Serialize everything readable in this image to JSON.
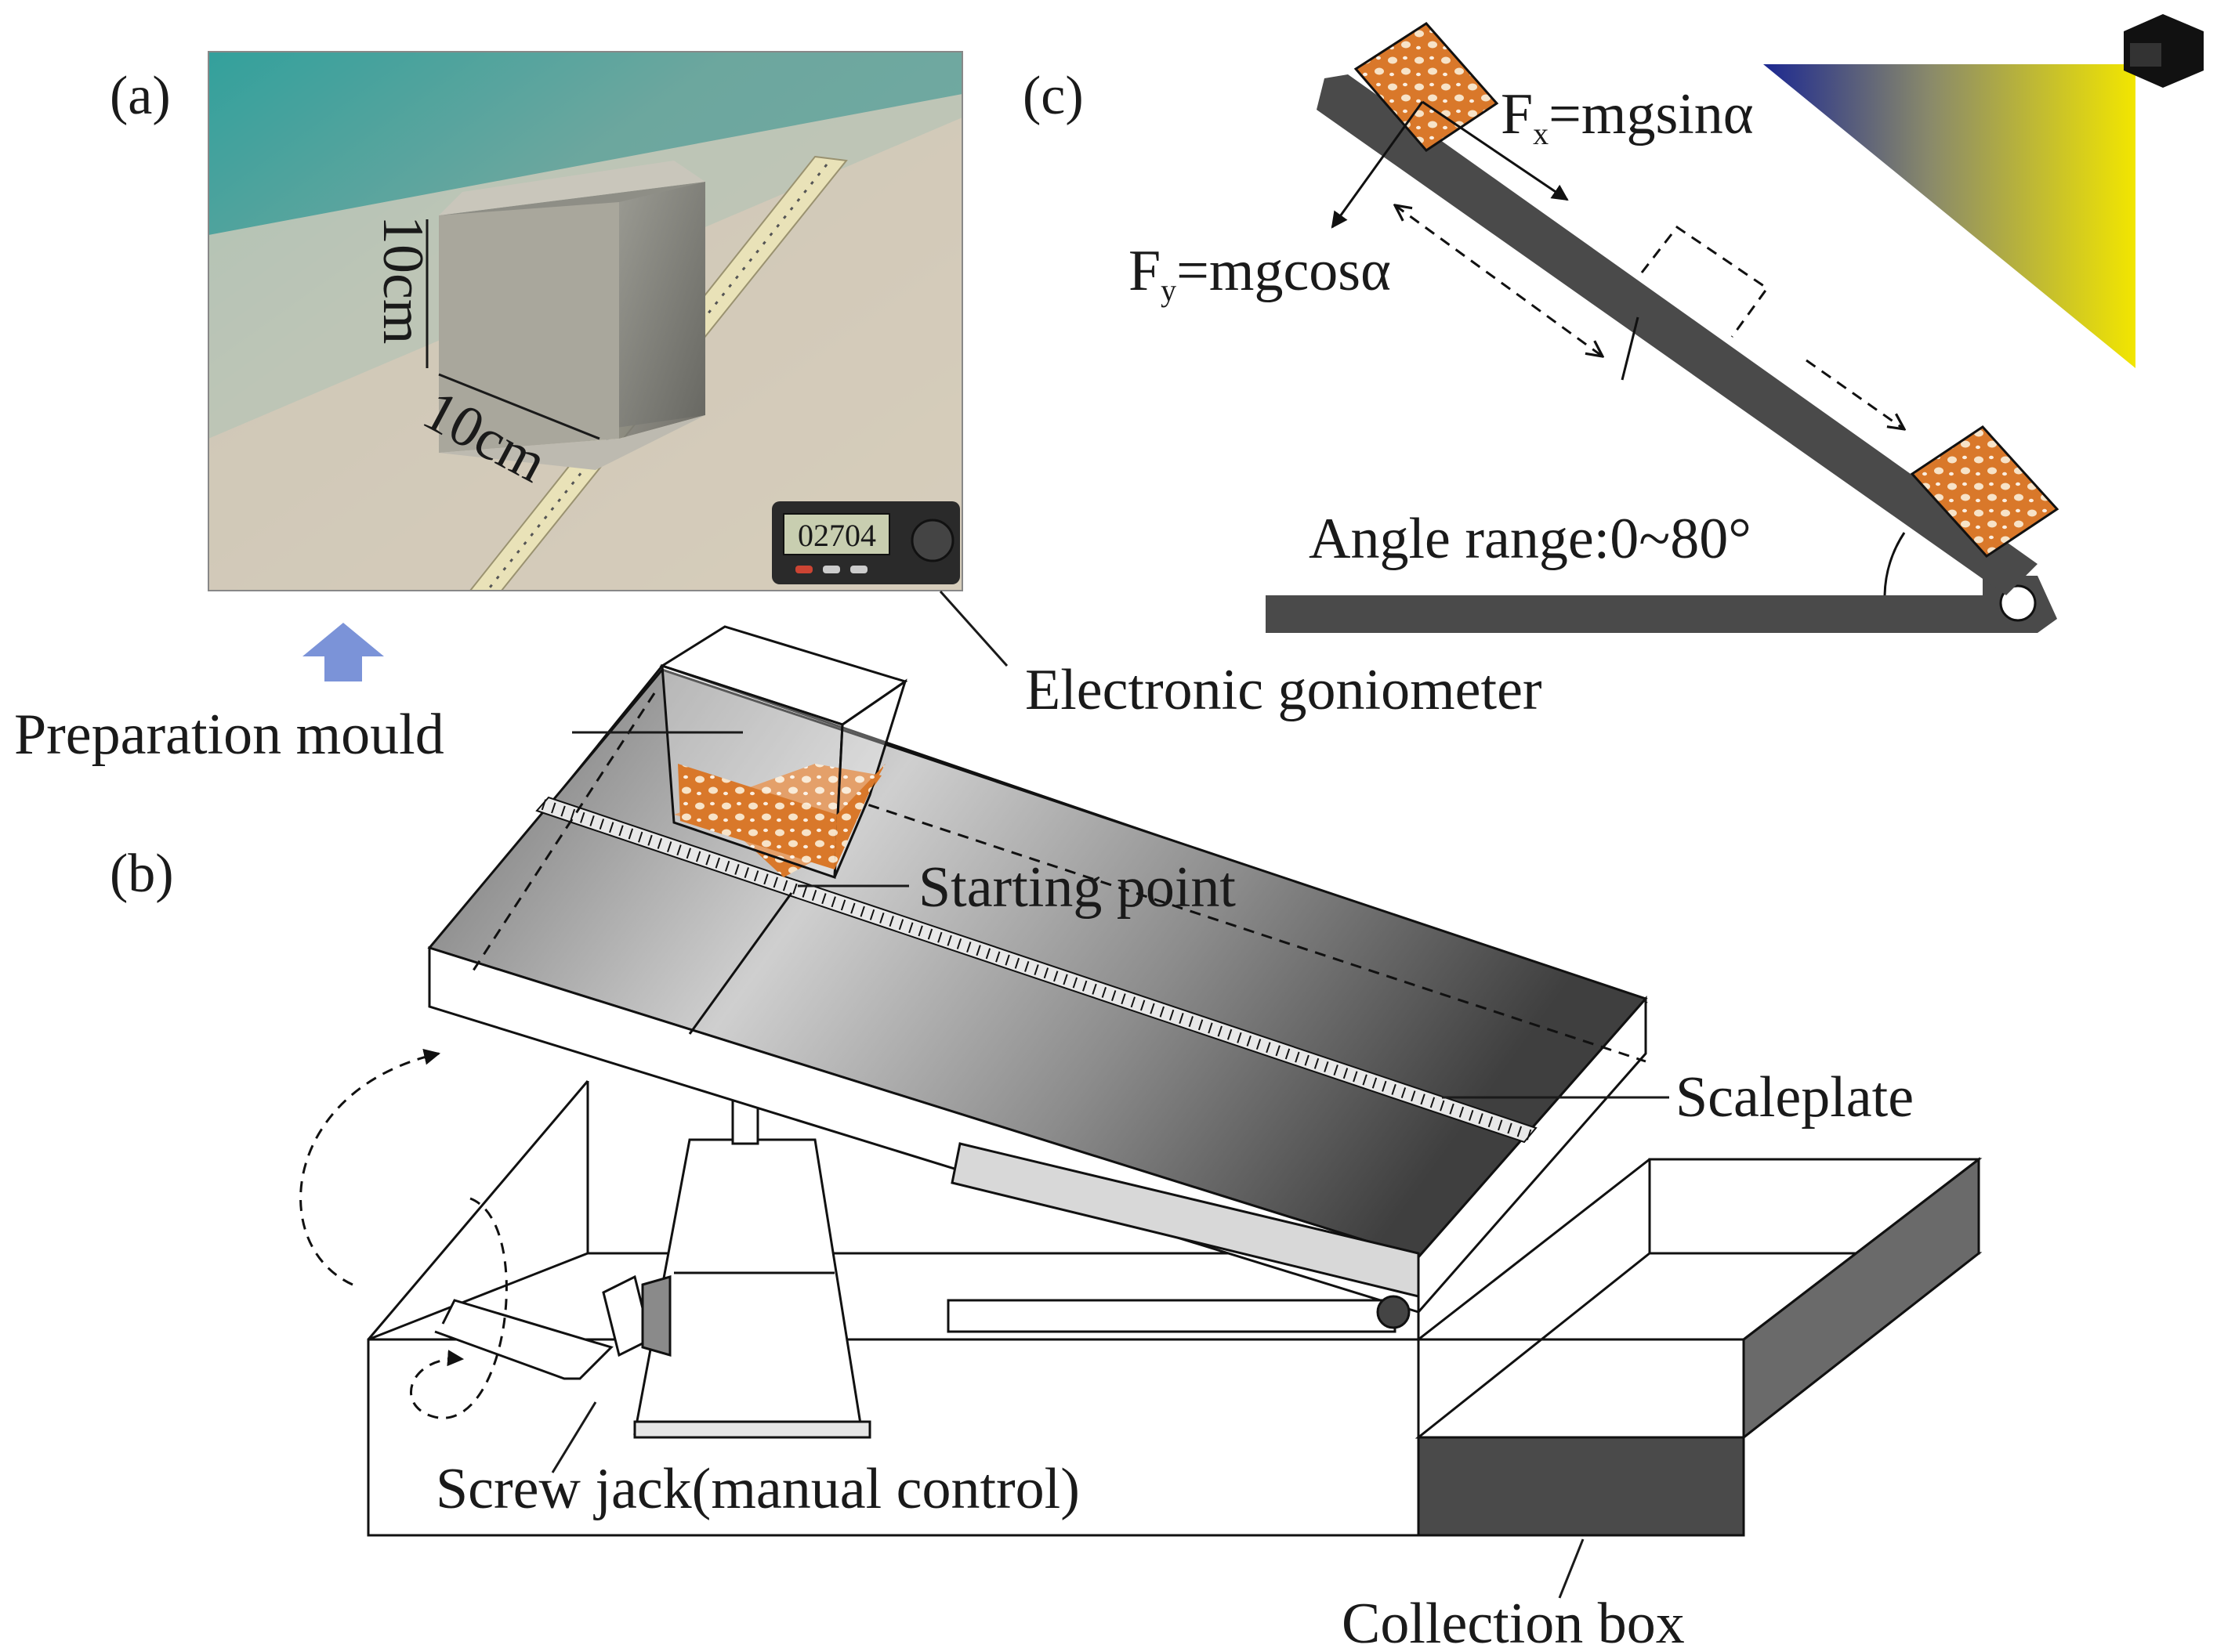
{
  "panels": {
    "a": "(a)",
    "b": "(b)",
    "c": "(c)"
  },
  "photo": {
    "dim_height": "10cm",
    "dim_width": "10cm",
    "goniometer_display": "02704"
  },
  "labels": {
    "electronic_goniometer": "Electronic goniometer",
    "preparation_mould": "Preparation mould",
    "starting_point": "Starting point",
    "scaleplate": "Scaleplate",
    "screw_jack": "Screw jack(manual control)",
    "collection_box": "Collection box"
  },
  "forces": {
    "fx_symbol": "F",
    "fx_sub": "x",
    "fx_expr": "=mgsinα",
    "fy_symbol": "F",
    "fy_sub": "y",
    "fy_expr": "=mgcosα"
  },
  "angle_range": "Angle  range:0~80°",
  "colors": {
    "plate_dark": "#4a4a4a",
    "particle_orange": "#d9782a",
    "light_blue": "#2b2f8f",
    "light_yellow": "#f2e600",
    "arrow_blue": "#7b93d8",
    "tray_top": "#9b9b9b"
  }
}
